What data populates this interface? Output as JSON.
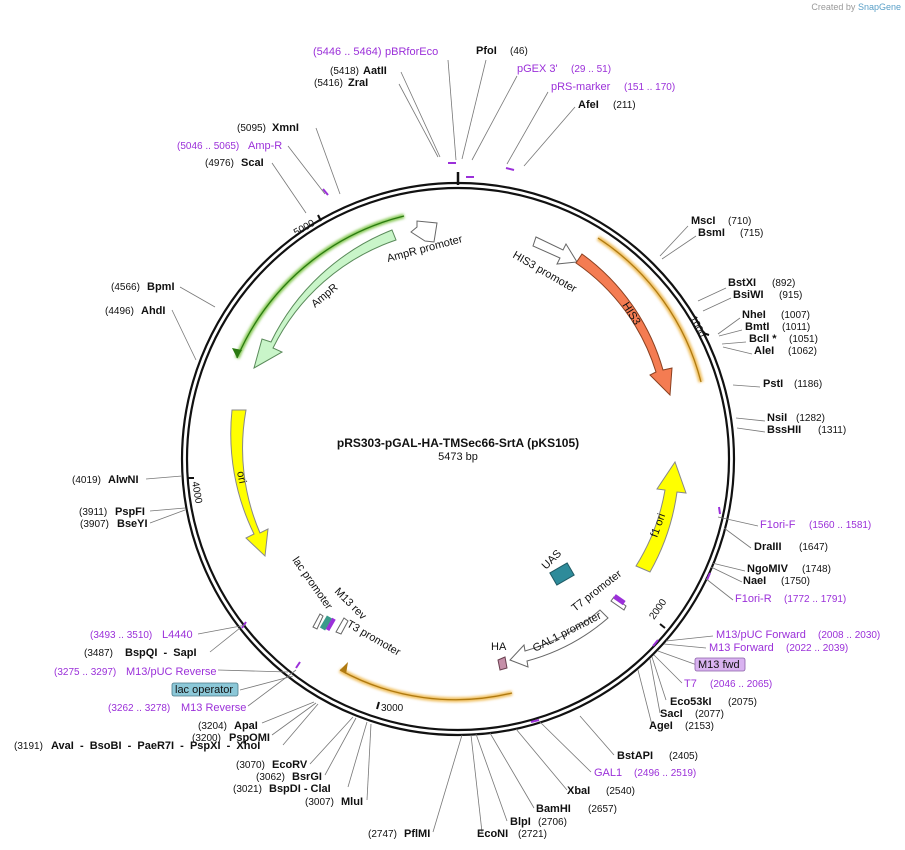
{
  "credit": {
    "prefix": "Created by",
    "brand": "SnapGene"
  },
  "plasmid": {
    "name": "pRS303-pGAL-HA-TMSec66-SrtA (pKS105)",
    "length_label": "5473 bp",
    "length": 5473
  },
  "ticks": [
    "1000",
    "2000",
    "3000",
    "4000",
    "5000"
  ],
  "features": [
    {
      "name": "HIS3 promoter",
      "color": "#ffffff"
    },
    {
      "name": "HIS3",
      "color": "#f47c52"
    },
    {
      "name": "f1 ori",
      "color": "#ffff00"
    },
    {
      "name": "GAL1 promoter",
      "color": "#ffffff"
    },
    {
      "name": "UAS",
      "color": "#2e8b9a"
    },
    {
      "name": "HA",
      "color": "#c58fa8"
    },
    {
      "name": "T7 promoter",
      "color": "#ffffff"
    },
    {
      "name": "T3 promoter",
      "color": "#ffffff"
    },
    {
      "name": "M13 rev",
      "color": "#ffffff"
    },
    {
      "name": "lac promoter",
      "color": "#ffffff"
    },
    {
      "name": "ori",
      "color": "#ffff00"
    },
    {
      "name": "AmpR",
      "color": "#c9f5c9"
    },
    {
      "name": "AmpR promoter",
      "color": "#ffffff"
    }
  ],
  "enzymes": [
    {
      "name": "PfoI",
      "pos": "(46)"
    },
    {
      "name": "AfeI",
      "pos": "(211)"
    },
    {
      "name": "MscI",
      "pos": "(710)"
    },
    {
      "name": "BsmI",
      "pos": "(715)"
    },
    {
      "name": "BstXI",
      "pos": "(892)"
    },
    {
      "name": "BsiWI",
      "pos": "(915)"
    },
    {
      "name": "NheI",
      "pos": "(1007)"
    },
    {
      "name": "BmtI",
      "pos": "(1011)"
    },
    {
      "name": "BclI *",
      "pos": "(1051)"
    },
    {
      "name": "AleI",
      "pos": "(1062)"
    },
    {
      "name": "PstI",
      "pos": "(1186)"
    },
    {
      "name": "NsiI",
      "pos": "(1282)"
    },
    {
      "name": "BssHII",
      "pos": "(1311)"
    },
    {
      "name": "DraIII",
      "pos": "(1647)"
    },
    {
      "name": "NgoMIV",
      "pos": "(1748)"
    },
    {
      "name": "NaeI",
      "pos": "(1750)"
    },
    {
      "name": "Eco53kI",
      "pos": "(2075)"
    },
    {
      "name": "SacI",
      "pos": "(2077)"
    },
    {
      "name": "AgeI",
      "pos": "(2153)"
    },
    {
      "name": "BstAPI",
      "pos": "(2405)"
    },
    {
      "name": "XbaI",
      "pos": "(2540)"
    },
    {
      "name": "BamHI",
      "pos": "(2657)"
    },
    {
      "name": "BlpI",
      "pos": "(2706)"
    },
    {
      "name": "EcoNI",
      "pos": "(2721)"
    },
    {
      "name": "PflMI",
      "pos": "(2747)"
    },
    {
      "name": "MluI",
      "pos": "(3007)"
    },
    {
      "name": "BspDI  -  ClaI",
      "pos": "(3021)"
    },
    {
      "name": "BsrGI",
      "pos": "(3062)"
    },
    {
      "name": "EcoRV",
      "pos": "(3070)"
    },
    {
      "name": "AvaI  -  BsoBI  -  PaeR7I  -  PspXI  -  XhoI",
      "pos": "(3191)"
    },
    {
      "name": "PspOMI",
      "pos": "(3200)"
    },
    {
      "name": "ApaI",
      "pos": "(3204)"
    },
    {
      "name": "BspQI  -  SapI",
      "pos": "(3487)"
    },
    {
      "name": "BseYI",
      "pos": "(3907)"
    },
    {
      "name": "PspFI",
      "pos": "(3911)"
    },
    {
      "name": "AlwNI",
      "pos": "(4019)"
    },
    {
      "name": "AhdI",
      "pos": "(4496)"
    },
    {
      "name": "BpmI",
      "pos": "(4566)"
    },
    {
      "name": "ScaI",
      "pos": "(4976)"
    },
    {
      "name": "XmnI",
      "pos": "(5095)"
    },
    {
      "name": "ZraI",
      "pos": "(5416)"
    },
    {
      "name": "AatII",
      "pos": "(5418)"
    }
  ],
  "primers": [
    {
      "name": "pBRforEco",
      "range": "(5446 .. 5464)"
    },
    {
      "name": "pGEX 3'",
      "range": "(29 .. 51)"
    },
    {
      "name": "pRS-marker",
      "range": "(151 .. 170)"
    },
    {
      "name": "F1ori-F",
      "range": "(1560 .. 1581)"
    },
    {
      "name": "F1ori-R",
      "range": "(1772 .. 1791)"
    },
    {
      "name": "M13/pUC Forward",
      "range": "(2008 .. 2030)"
    },
    {
      "name": "M13 Forward",
      "range": "(2022 .. 2039)"
    },
    {
      "name": "T7",
      "range": "(2046 .. 2065)"
    },
    {
      "name": "GAL1",
      "range": "(2496 .. 2519)"
    },
    {
      "name": "L4440",
      "range": "(3493 .. 3510)"
    },
    {
      "name": "M13/pUC Reverse",
      "range": "(3275 .. 3297)"
    },
    {
      "name": "M13 Reverse",
      "range": "(3262 .. 3278)"
    },
    {
      "name": "Amp-R",
      "range": "(5046 .. 5065)"
    }
  ],
  "boxed_labels": [
    {
      "text": "M13 fwd",
      "color": "#d9b3f0"
    },
    {
      "text": "lac operator",
      "color": "#8cc8d8"
    }
  ]
}
